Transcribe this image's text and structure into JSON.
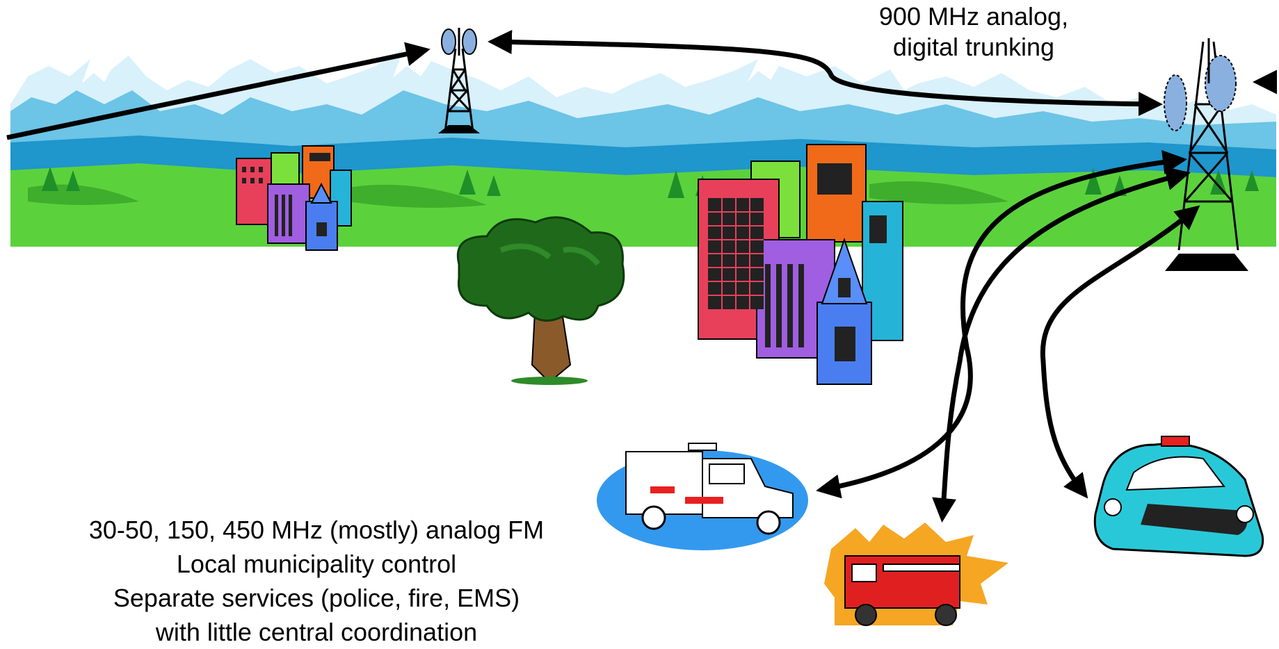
{
  "labels": {
    "trunking": {
      "line1": "900 MHz analog,",
      "line2": "digital trunking"
    },
    "legacy": {
      "line1": "30-50, 150, 450 MHz (mostly) analog FM",
      "line2": "Local municipality control",
      "line3": "Separate services (police, fire, EMS)",
      "line4": "with little central coordination"
    }
  },
  "colors": {
    "snow": "#d9f1fb",
    "mountain_shadow": "#6cc4e6",
    "water": "#1f96cc",
    "grass": "#5bd23c",
    "tree_dark": "#1f8f2a",
    "arrow": "#000000"
  },
  "icons": [
    "antenna-tower-left",
    "antenna-tower-right",
    "mountain-range",
    "city-small",
    "city-large",
    "oak-tree",
    "ambulance",
    "fire-truck",
    "police-car"
  ]
}
